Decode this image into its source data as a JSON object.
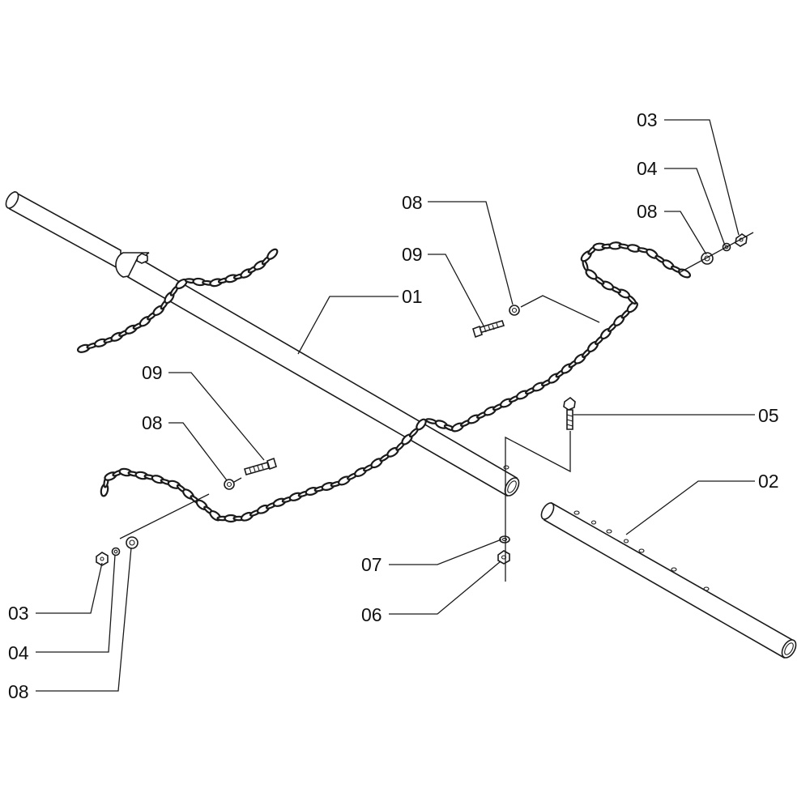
{
  "diagram": {
    "labels": {
      "tube_main": "01",
      "tube_extension": "02",
      "nut_right": "03",
      "lockwasher_right": "04",
      "washer_right": "08",
      "washer_top": "08",
      "bolt_top": "09",
      "bolt_mid": "05",
      "bolt_left": "09",
      "washer_left": "08",
      "nut_left": "03",
      "lockwasher_left": "04",
      "washer_left_end": "08",
      "lockwasher_mid": "07",
      "nut_mid": "06"
    }
  }
}
